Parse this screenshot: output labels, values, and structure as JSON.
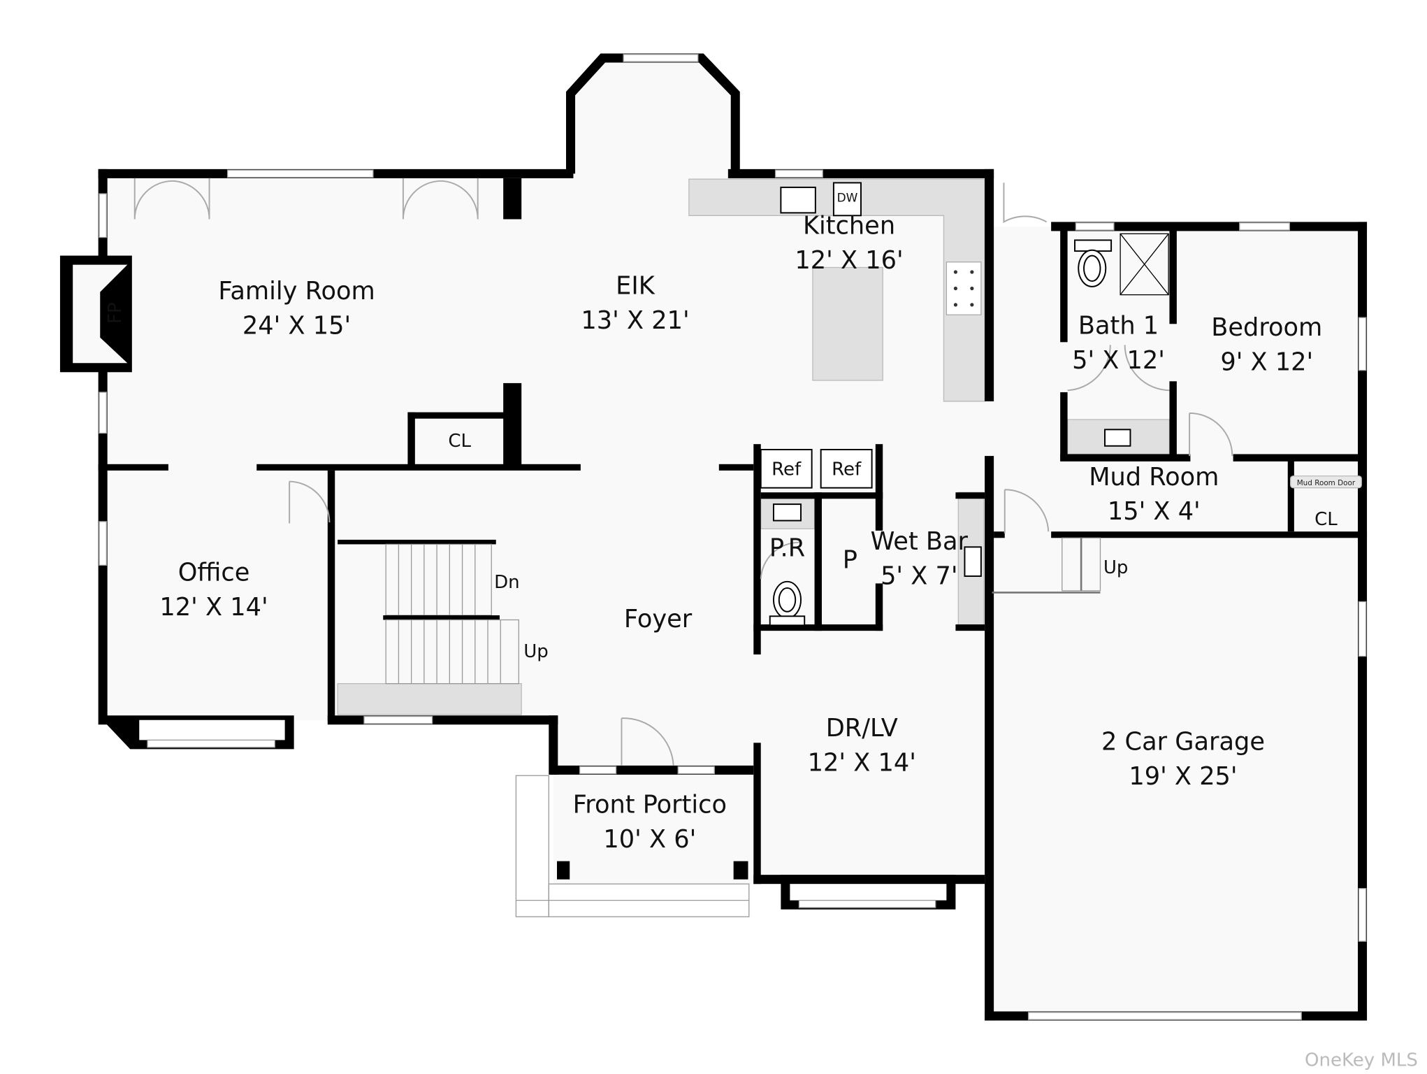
{
  "rooms": {
    "family_room": {
      "name": "Family Room",
      "size": "24' X 15'"
    },
    "eik": {
      "name": "EIK",
      "size": "13' X 21'"
    },
    "kitchen": {
      "name": "Kitchen",
      "size": "12' X 16'"
    },
    "bath1": {
      "name": "Bath 1",
      "size": "5' X 12'"
    },
    "bedroom": {
      "name": "Bedroom",
      "size": "9' X 12'"
    },
    "mud_room": {
      "name": "Mud Room",
      "size": "15' X 4'"
    },
    "office": {
      "name": "Office",
      "size": "12' X 14'"
    },
    "foyer": {
      "name": "Foyer"
    },
    "wet_bar": {
      "name": "Wet Bar",
      "size": "5' X 7'"
    },
    "powder_room": {
      "name": "P.R"
    },
    "pantry": {
      "name": "P"
    },
    "dr_lv": {
      "name": "DR/LV",
      "size": "12' X 14'"
    },
    "garage": {
      "name": "2 Car Garage",
      "size": "19' X 25'"
    },
    "front_portico": {
      "name": "Front Portico",
      "size": "10' X 6'"
    }
  },
  "fixtures": {
    "fireplace": "FP",
    "closet": "CL",
    "mud_closet": "CL",
    "dishwasher": "DW",
    "ref1": "Ref",
    "ref2": "Ref",
    "stairs_down": "Dn",
    "stairs_up": "Up",
    "garage_stairs_up": "Up",
    "mud_room_door_tag": "Mud Room Door"
  },
  "watermark": "OneKey MLS"
}
